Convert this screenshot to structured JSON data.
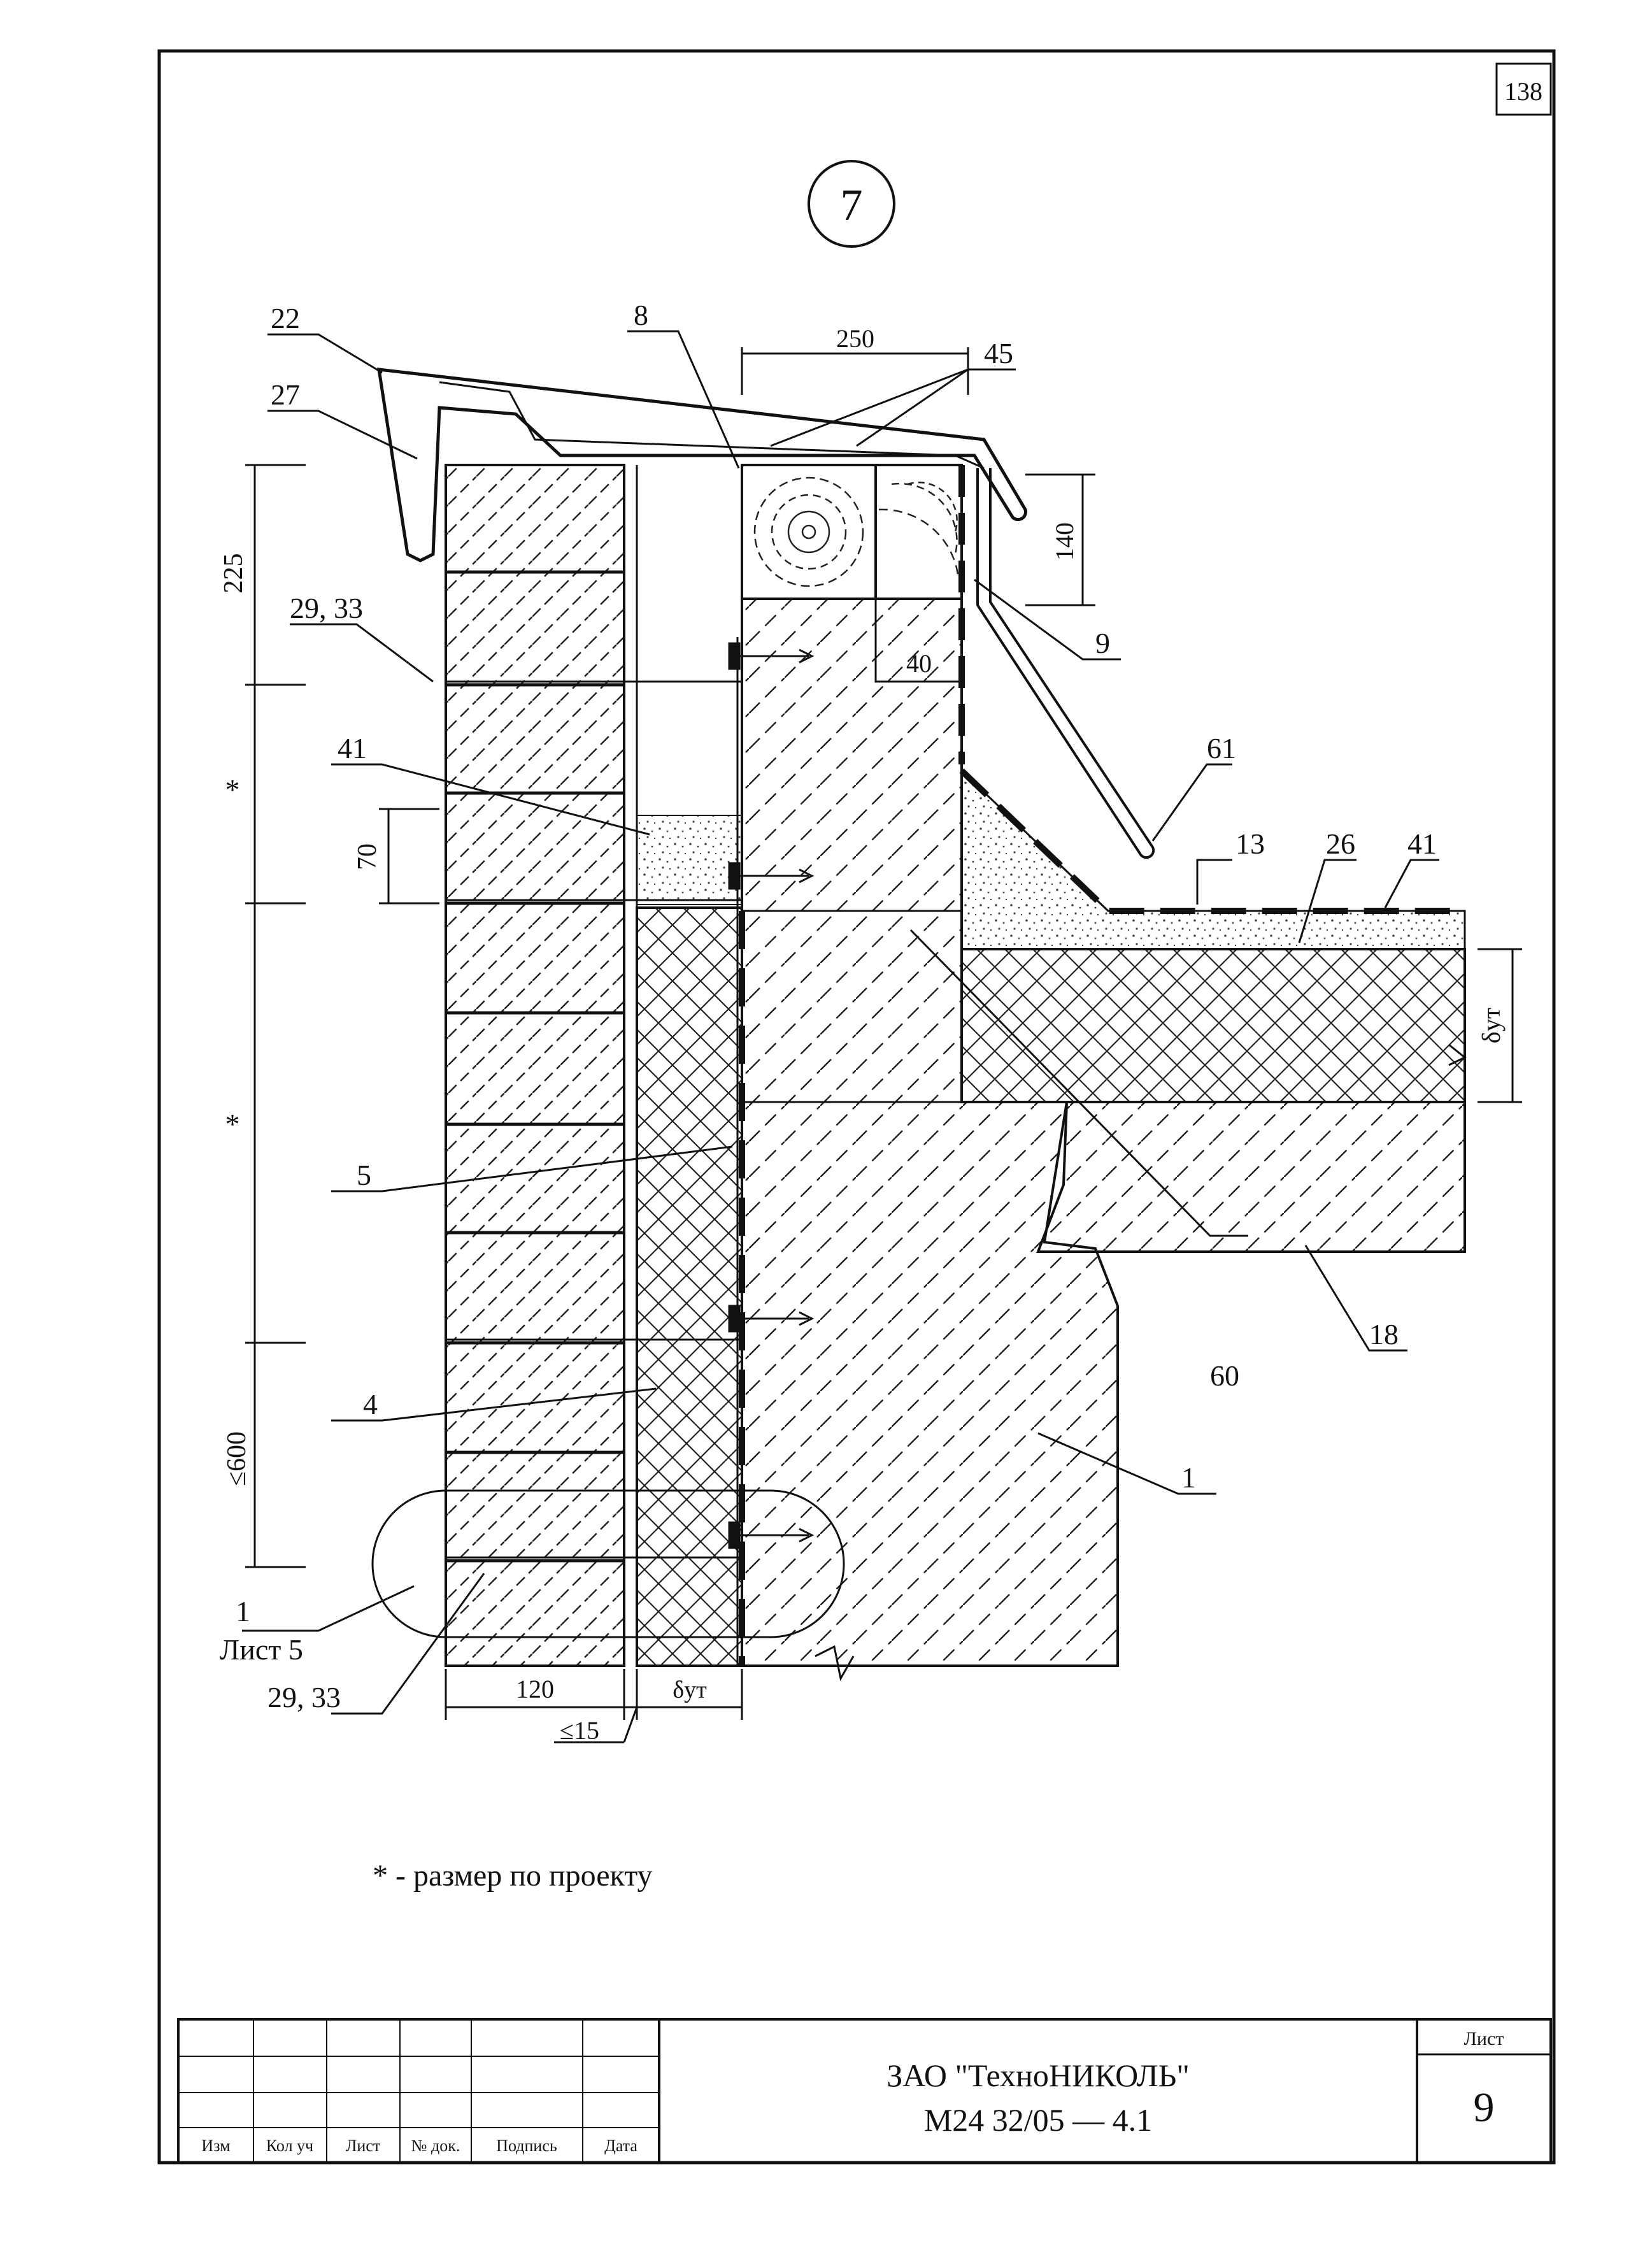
{
  "page_number": "138",
  "detail_number": "7",
  "labels": {
    "l22": "22",
    "l27": "27",
    "l8": "8",
    "l45": "45",
    "l9": "9",
    "l2933a": "29, 33",
    "l41a": "41",
    "l61": "61",
    "l13": "13",
    "l26": "26",
    "l41b": "41",
    "l5": "5",
    "l60": "60",
    "l18": "18",
    "l4": "4",
    "l1": "1",
    "l1b": "1",
    "list5": "Лист 5",
    "l2933b": "29, 33"
  },
  "dimensions": {
    "d250": "250",
    "d140": "140",
    "d40": "40",
    "d225": "225",
    "star1": "*",
    "star2": "*",
    "d70": "70",
    "d600": "≤600",
    "d120": "120",
    "d15": "≤15",
    "dut_bottom": "δут",
    "dut_right": "δут"
  },
  "footnote": "* - размер по проекту",
  "title_block": {
    "company": "ЗАО \"ТехноНИКОЛЬ\"",
    "code": "М24 32/05  — 4.1",
    "sheet_label": "Лист",
    "sheet_number": "9",
    "headers": [
      "Изм",
      "Кол уч",
      "Лист",
      "№ док.",
      "Подпись",
      "Дата"
    ]
  }
}
